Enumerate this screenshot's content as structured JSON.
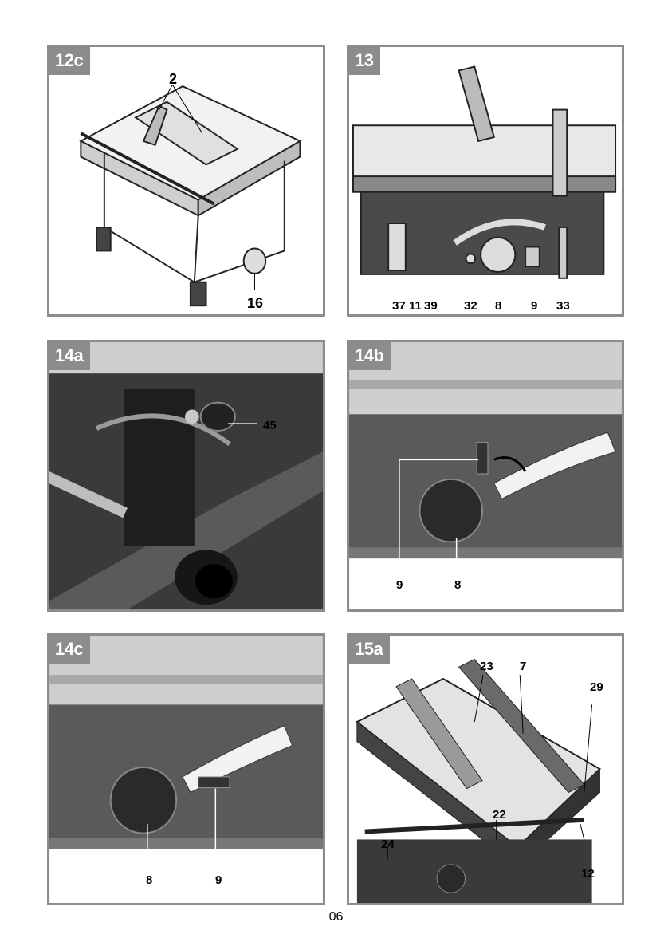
{
  "page": {
    "number": "06"
  },
  "panels": [
    {
      "label": "12c",
      "callouts": [
        "2",
        "16"
      ]
    },
    {
      "label": "13",
      "callouts": [
        "37",
        "11",
        "39",
        "32",
        "8",
        "9",
        "33"
      ]
    },
    {
      "label": "14a",
      "callouts": [
        "45"
      ]
    },
    {
      "label": "14b",
      "callouts": [
        "9",
        "8"
      ]
    },
    {
      "label": "14c",
      "callouts": [
        "8",
        "9"
      ]
    },
    {
      "label": "15a",
      "callouts": [
        "23",
        "7",
        "29",
        "22",
        "24",
        "12"
      ]
    }
  ],
  "colors": {
    "frame": "#8c8c8c",
    "tag_text": "#ffffff",
    "callout_text": "#000000"
  }
}
